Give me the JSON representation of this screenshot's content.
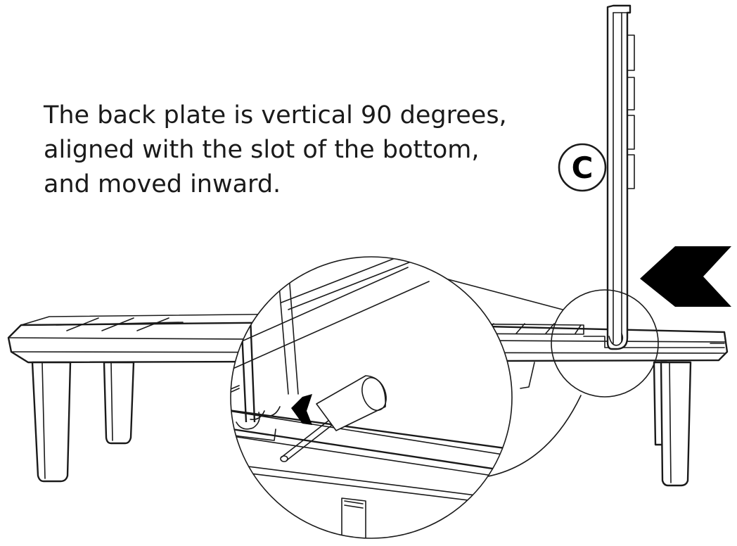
{
  "instruction": {
    "lines": [
      "The back plate is vertical 90 degrees,",
      "aligned with the slot of the bottom,",
      "and moved inward."
    ]
  },
  "callout": {
    "part_label": "C"
  },
  "colors": {
    "line": "#1a1a1a",
    "arrow": "#000000",
    "background": "#ffffff"
  },
  "icons": {
    "push_arrow": "arrow-left-icon",
    "detail_arrow": "arrow-left-icon"
  }
}
